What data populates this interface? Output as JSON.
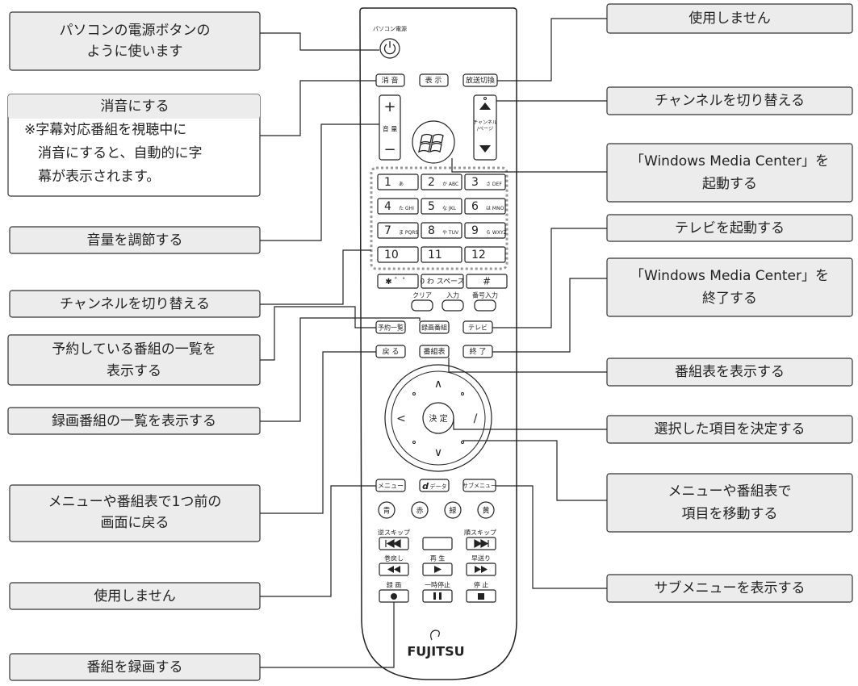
{
  "callouts": {
    "power": [
      "パソコンの電源ボタンの",
      "ように使います"
    ],
    "mute_title": "消音にする",
    "mute_note": [
      "※字幕対応番組を視聴中に",
      "消音にすると、自動的に字",
      "幕が表示されます。"
    ],
    "volume": "音量を調節する",
    "channel_left": "チャンネルを切り替える",
    "reservation_list": [
      "予約している番組の一覧を",
      "表示する"
    ],
    "recorded_list": "録画番組の一覧を表示する",
    "menu_back": [
      "メニューや番組表で1つ前の",
      "画面に戻る"
    ],
    "unused_left": "使用しません",
    "record": "番組を録画する",
    "unused_right": "使用しません",
    "channel_right": "チャンネルを切り替える",
    "wmc_start": [
      "「Windows Media Center」を",
      "起動する"
    ],
    "tv_start": "テレビを起動する",
    "wmc_end": [
      "「Windows Media Center」を",
      "終了する"
    ],
    "guide_show": "番組表を表示する",
    "select_confirm": "選択した項目を決定する",
    "move_item": [
      "メニューや番組表で",
      "項目を移動する"
    ],
    "submenu_show": "サブメニューを表示する"
  },
  "remote": {
    "power_label": "パソコン電源",
    "mute": "消 音",
    "display": "表 示",
    "broadcast_switch": "放送切換",
    "vol_plus": "+",
    "vol_label": "音 量",
    "vol_minus": "−",
    "ch_label": [
      "チャンネル",
      "/ページ"
    ],
    "keys": [
      {
        "num": "1",
        "sub": "あ"
      },
      {
        "num": "2",
        "sub": "か ABC"
      },
      {
        "num": "3",
        "sub": "さ DEF"
      },
      {
        "num": "4",
        "sub": "た GHI"
      },
      {
        "num": "5",
        "sub": "な JKL"
      },
      {
        "num": "6",
        "sub": "は MNO"
      },
      {
        "num": "7",
        "sub": "ま PQRS"
      },
      {
        "num": "8",
        "sub": "や TUV"
      },
      {
        "num": "9",
        "sub": "ら WXYZ"
      },
      {
        "num": "10",
        "sub": ""
      },
      {
        "num": "11",
        "sub": ""
      },
      {
        "num": "12",
        "sub": ""
      }
    ],
    "star": "✱ ゛゜",
    "zero": "0 わ スペース",
    "hash": "#",
    "clear": "クリア",
    "input": "入力",
    "number_input": "番号入力",
    "reserve_list": "予約一覧",
    "recorded": "録画番組",
    "tv": "テレビ",
    "back": "戻 る",
    "guide": "番組表",
    "end": "終 了",
    "enter": "決 定",
    "menu": "メニュー",
    "data": "データ",
    "submenu": "サブメニュー",
    "colors": [
      "青",
      "赤",
      "緑",
      "黄"
    ],
    "skip_back": "逆スキップ",
    "skip_fwd": "順スキップ",
    "rewind": "巻戻し",
    "play": "再 生",
    "ffwd": "早送り",
    "rec": "録 画",
    "pause": "一時停止",
    "stop": "停 止",
    "brand": "FUJITSU"
  },
  "colors": {
    "box_fill": "#ececec",
    "line": "#222222",
    "dotted": "#999999"
  }
}
